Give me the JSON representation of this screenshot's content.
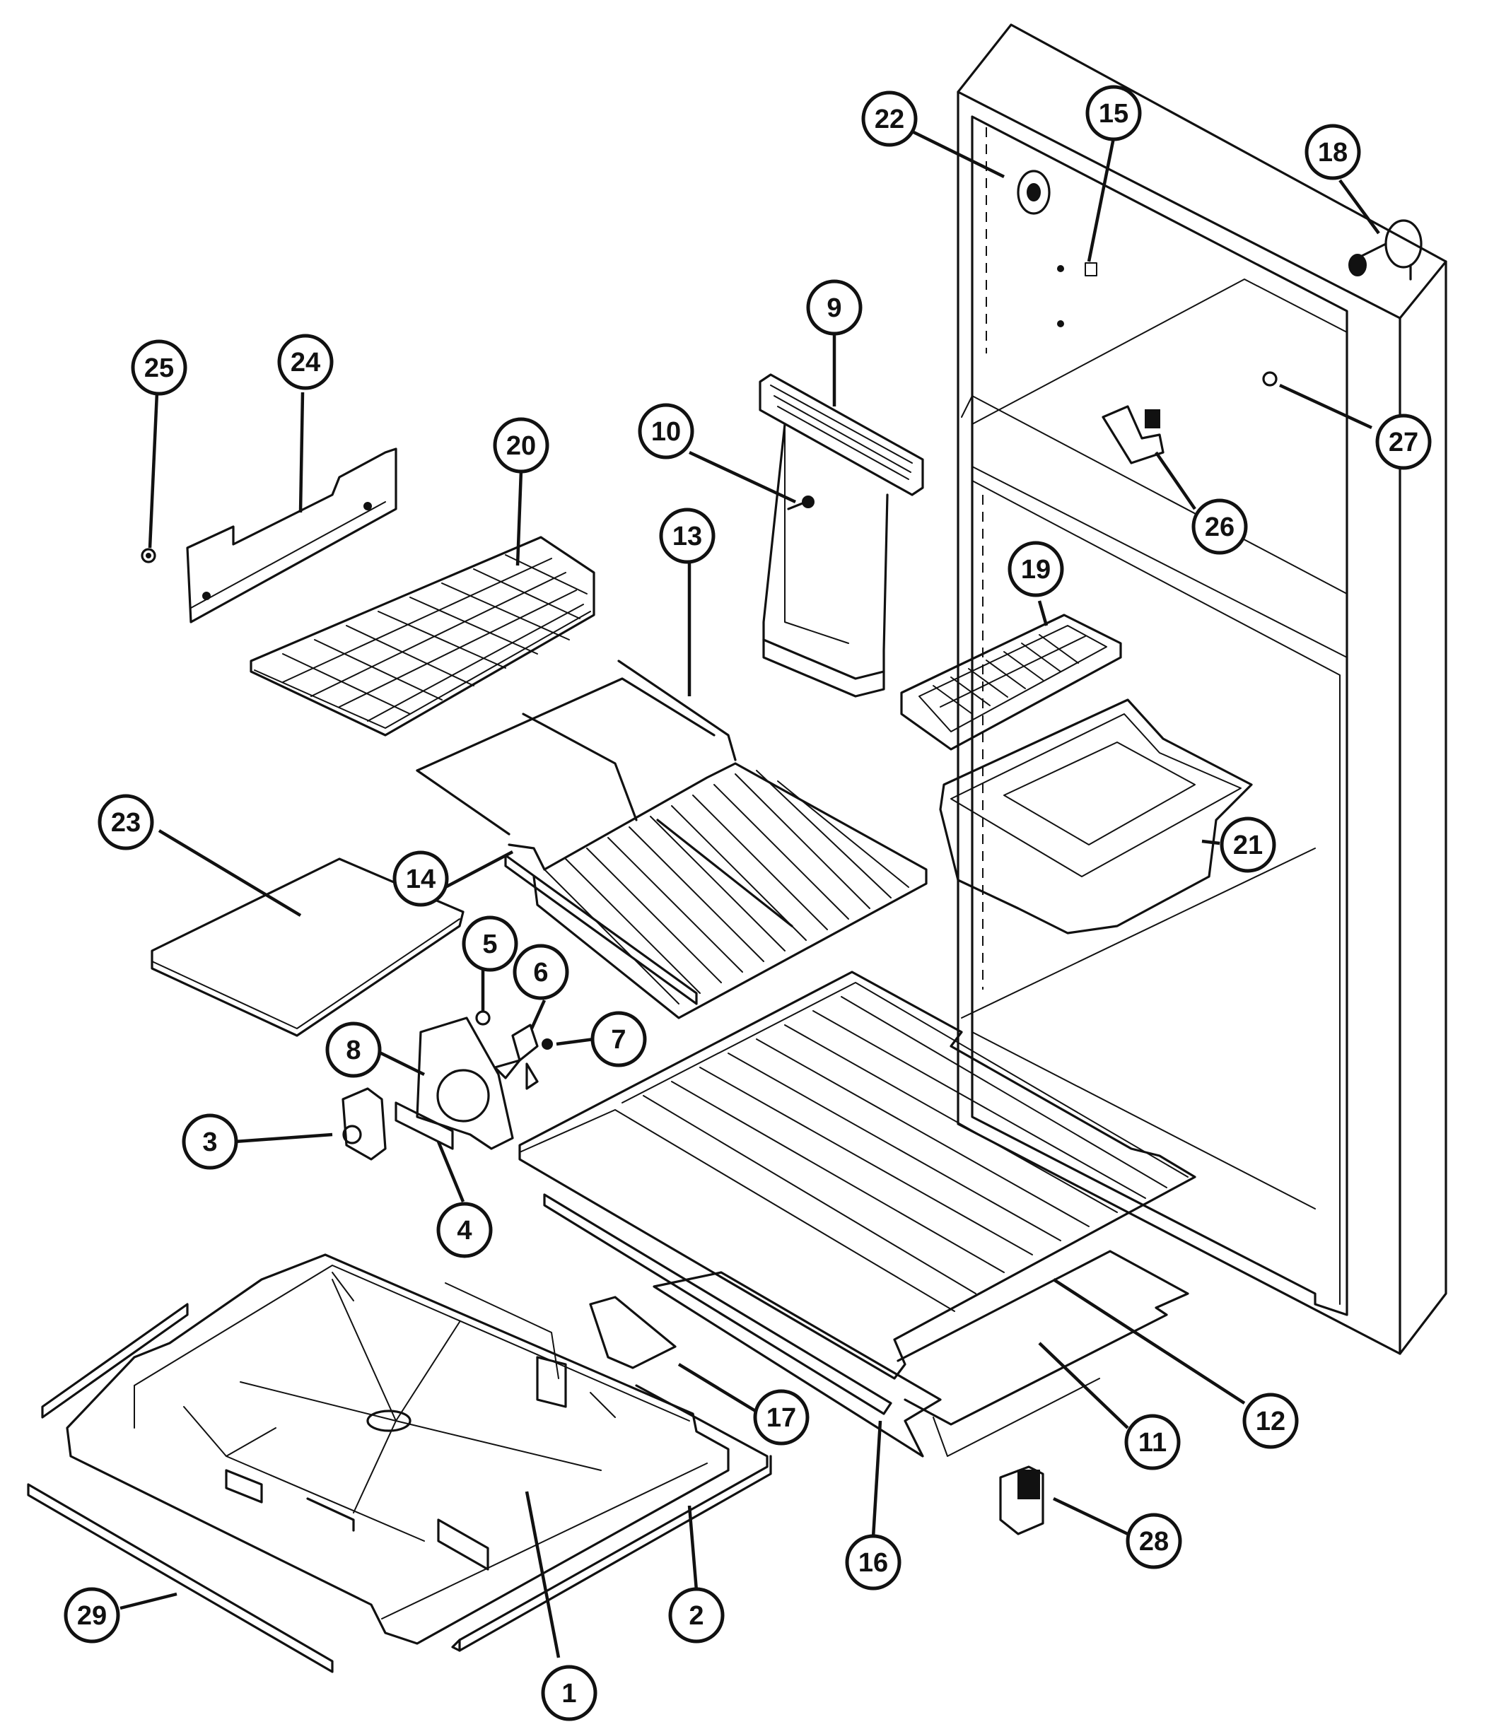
{
  "colors": {
    "ink": "#111111",
    "paper": "#ffffff"
  },
  "callouts": [
    {
      "id": "1",
      "label": "1"
    },
    {
      "id": "2",
      "label": "2"
    },
    {
      "id": "3",
      "label": "3"
    },
    {
      "id": "4",
      "label": "4"
    },
    {
      "id": "5",
      "label": "5"
    },
    {
      "id": "6",
      "label": "6"
    },
    {
      "id": "7",
      "label": "7"
    },
    {
      "id": "8",
      "label": "8"
    },
    {
      "id": "9",
      "label": "9"
    },
    {
      "id": "10",
      "label": "10"
    },
    {
      "id": "11",
      "label": "11"
    },
    {
      "id": "12",
      "label": "12"
    },
    {
      "id": "13",
      "label": "13"
    },
    {
      "id": "14",
      "label": "14"
    },
    {
      "id": "15",
      "label": "15"
    },
    {
      "id": "16",
      "label": "16"
    },
    {
      "id": "17",
      "label": "17"
    },
    {
      "id": "18",
      "label": "18"
    },
    {
      "id": "19",
      "label": "19"
    },
    {
      "id": "20",
      "label": "20"
    },
    {
      "id": "21",
      "label": "21"
    },
    {
      "id": "22",
      "label": "22"
    },
    {
      "id": "23",
      "label": "23"
    },
    {
      "id": "24",
      "label": "24"
    },
    {
      "id": "25",
      "label": "25"
    },
    {
      "id": "26",
      "label": "26"
    },
    {
      "id": "27",
      "label": "27"
    },
    {
      "id": "28",
      "label": "28"
    },
    {
      "id": "29",
      "label": "29"
    }
  ]
}
